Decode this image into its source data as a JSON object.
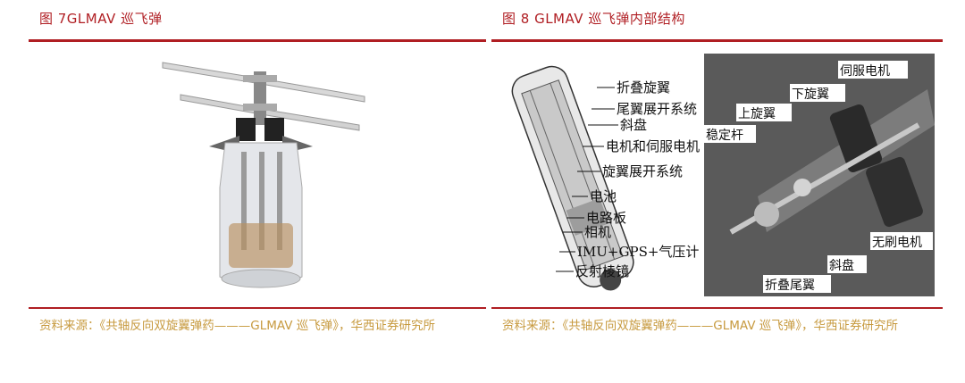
{
  "figure_left": {
    "title": "图 7GLMAV 巡飞弹",
    "source": "资料来源：《共轴反向双旋翼弹药———GLMAV 巡飞弹》，华西证券研究所"
  },
  "figure_right": {
    "title": "图 8 GLMAV 巡飞弹内部结构",
    "source": "资料来源：《共轴反向双旋翼弹药———GLMAV 巡飞弹》，华西证券研究所",
    "cutaway_labels": [
      "折叠旋翼",
      "尾翼展开系统",
      "斜盘",
      "电机和伺服电机",
      "旋翼展开系统",
      "电池",
      "电路板",
      "相机",
      "IMU+GPS+气压计",
      "反射棱镜"
    ],
    "photo_labels": [
      "伺服电机",
      "下旋翼",
      "上旋翼",
      "稳定杆",
      "无刷电机",
      "斜盘",
      "折叠尾翼"
    ]
  }
}
